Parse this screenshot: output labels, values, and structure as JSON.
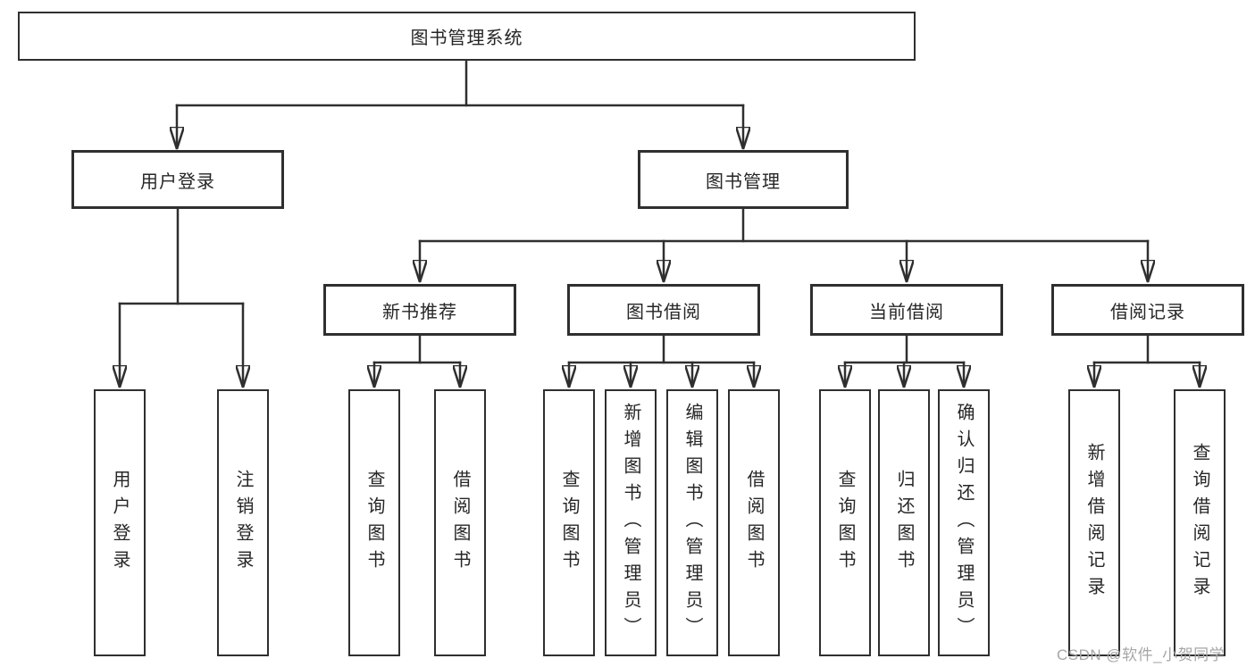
{
  "diagram_type": "hierarchy-tree",
  "colors": {
    "background": "#ffffff",
    "line": "#2f2f2f",
    "box_border": "#2f2f2f",
    "text": "#262626",
    "watermark": "#a6a6a6"
  },
  "tree": {
    "root": {
      "label": "图书管理系统"
    },
    "branches": [
      {
        "label": "用户登录",
        "leaves": [
          {
            "label": "用户登录"
          },
          {
            "label": "注销登录"
          }
        ]
      },
      {
        "label": "图书管理",
        "sections": [
          {
            "label": "新书推荐",
            "leaves": [
              {
                "label": "查询图书"
              },
              {
                "label": "借阅图书"
              }
            ]
          },
          {
            "label": "图书借阅",
            "leaves": [
              {
                "label": "查询图书"
              },
              {
                "label": "新增图书（管理员）"
              },
              {
                "label": "编辑图书（管理员）"
              },
              {
                "label": "借阅图书"
              }
            ]
          },
          {
            "label": "当前借阅",
            "leaves": [
              {
                "label": "查询图书"
              },
              {
                "label": "归还图书"
              },
              {
                "label": "确认归还（管理员）"
              }
            ]
          },
          {
            "label": "借阅记录",
            "leaves": [
              {
                "label": "新增借阅记录"
              },
              {
                "label": "查询借阅记录"
              }
            ]
          }
        ]
      }
    ]
  },
  "watermark": {
    "text": "CSDN @软件_小贺同学"
  }
}
